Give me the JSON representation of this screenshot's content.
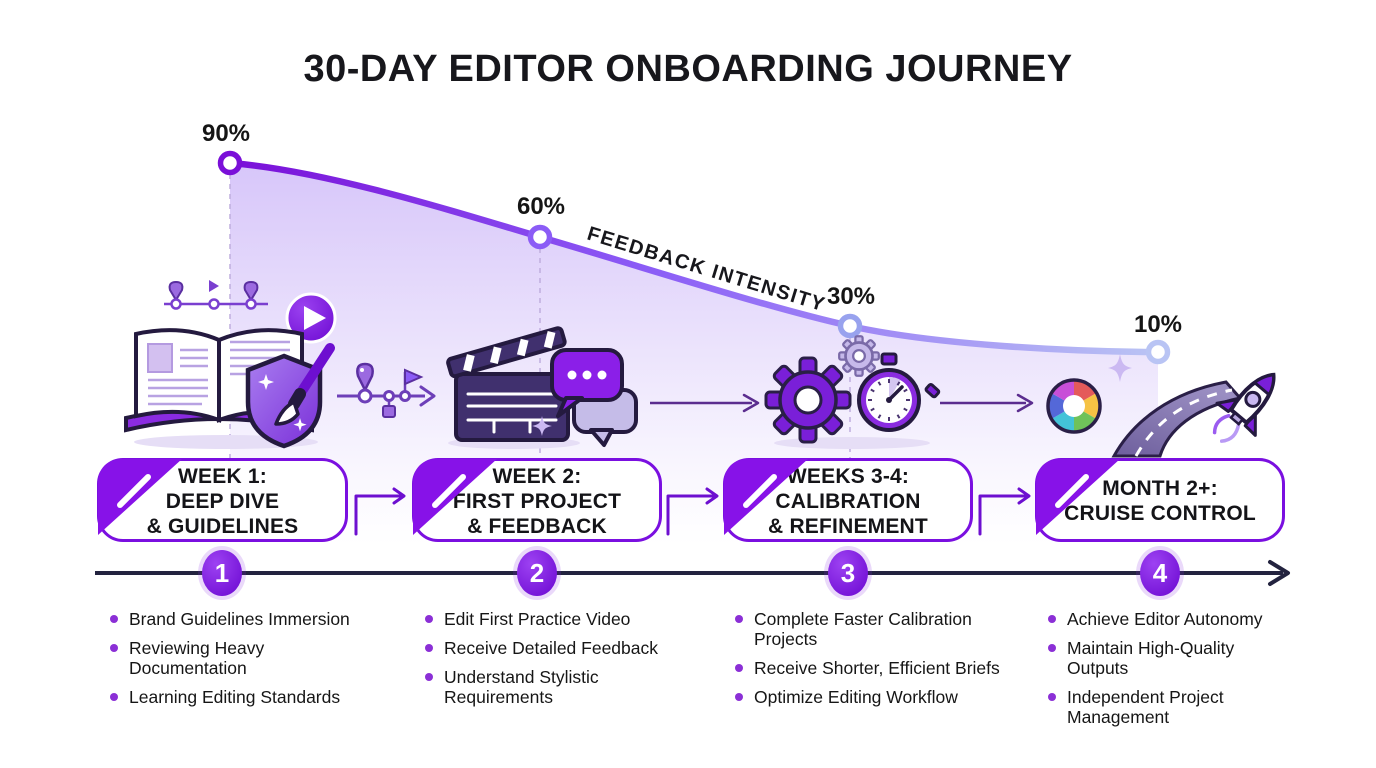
{
  "title": "30-DAY EDITOR ONBOARDING JOURNEY",
  "chart": {
    "intensity_label": "FEEDBACK INTENSITY",
    "point_labels": [
      "90%",
      "60%",
      "30%",
      "10%"
    ]
  },
  "chart_data": {
    "type": "line",
    "title": "FEEDBACK INTENSITY",
    "categories": [
      "Week 1",
      "Week 2",
      "Weeks 3-4",
      "Month 2+"
    ],
    "values": [
      90,
      60,
      30,
      10
    ],
    "unit": "%",
    "ylim": [
      0,
      100
    ],
    "grid": "dashed-vertical-droplines",
    "legend_position": "inline-rotated-along-curve",
    "line_color_start": "#7a0fd8",
    "line_color_end": "#bac4f4",
    "area_fill": "light purple gradient fading downward"
  },
  "stages": [
    {
      "number": "1",
      "heading": "WEEK 1:\nDEEP DIVE\n& GUIDELINES",
      "icon": "open-book-shield-paintbrush-play",
      "bullets": [
        "Brand Guidelines Immersion",
        "Reviewing Heavy Documentation",
        "Learning Editing Standards"
      ]
    },
    {
      "number": "2",
      "heading": "WEEK 2:\nFIRST PROJECT\n& FEEDBACK",
      "icon": "clapperboard-chat-bubbles",
      "bullets": [
        "Edit First Practice Video",
        "Receive Detailed Feedback",
        "Understand Stylistic Requirements"
      ]
    },
    {
      "number": "3",
      "heading": "WEEKS 3-4:\nCALIBRATION\n& REFINEMENT",
      "icon": "gears-stopwatch",
      "bullets": [
        "Complete Faster Calibration Projects",
        "Receive Shorter, Efficient Briefs",
        "Optimize Editing Workflow"
      ]
    },
    {
      "number": "4",
      "heading": "MONTH 2+:\nCRUISE CONTROL",
      "icon": "color-wheel-road-rocket",
      "bullets": [
        "Achieve Editor Autonomy",
        "Maintain High-Quality Outputs",
        "Independent Project Management"
      ]
    }
  ],
  "colors": {
    "accent": "#7a0fe0",
    "curve_start": "#7a0fd8",
    "curve_end": "#bac4f4",
    "timeline": "#23233f",
    "bullet_dot": "#8b2fd6"
  }
}
